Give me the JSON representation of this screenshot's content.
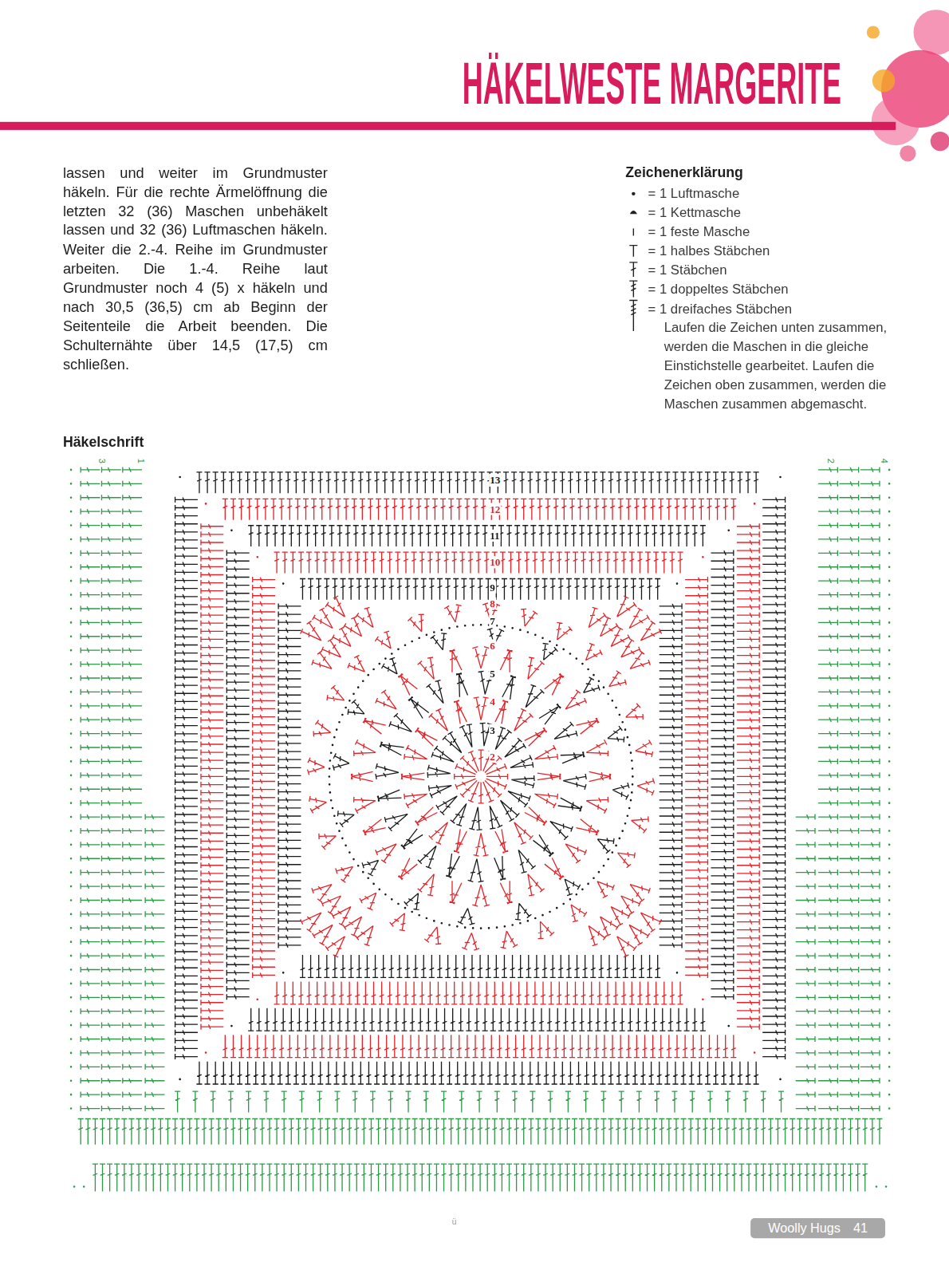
{
  "diagram": {
    "title": "HÄKELWESTE MARGERITE",
    "nodes": [
      {
        "text": [
          "Woolly Hugs",
          "41"
        ]
      }
    ],
    "labels": [
      "lassen und weiter im Grundmuster häkeln. Für die rechte Ärmelöffnung die letzten 32 (36) Maschen unbehäkelt lassen und 32 (36) Luftmaschen häkeln. Weiter die 2.-4. Reihe im Grundmuster arbeiten. Die 1.-4. Reihe laut Grundmuster noch 4 (5) x häkeln und nach 30,5 (36,5) cm ab Beginn der Seitenteile die Arbeit beenden. Die Schulternähte über 14,5 (17,5) cm schließen.",
      "Zeichenerklärung",
      "Laufen die Zeichen unten zusammen, werden die Maschen in die gleiche Einstichstelle gearbeitet. Laufen die Zeichen oben zusammen, werden die Maschen zusammen abgemascht.",
      "Häkelschrift",
      "3",
      "1",
      "2",
      "4",
      "13",
      "12",
      "11",
      "10",
      "9",
      "8",
      "7",
      "6",
      "5",
      "4",
      "3",
      "2",
      "ü"
    ],
    "legend": [
      {
        "text": "= 1 Luftmasche"
      },
      {
        "text": "= 1 Kettmasche"
      },
      {
        "text": "= 1 feste Masche"
      },
      {
        "text": "= 1 halbes Stäbchen"
      },
      {
        "text": "= 1 Stäbchen"
      },
      {
        "text": "= 1 doppeltes Stäbchen"
      },
      {
        "text": "= 1 dreifaches Stäbchen"
      }
    ]
  }
}
